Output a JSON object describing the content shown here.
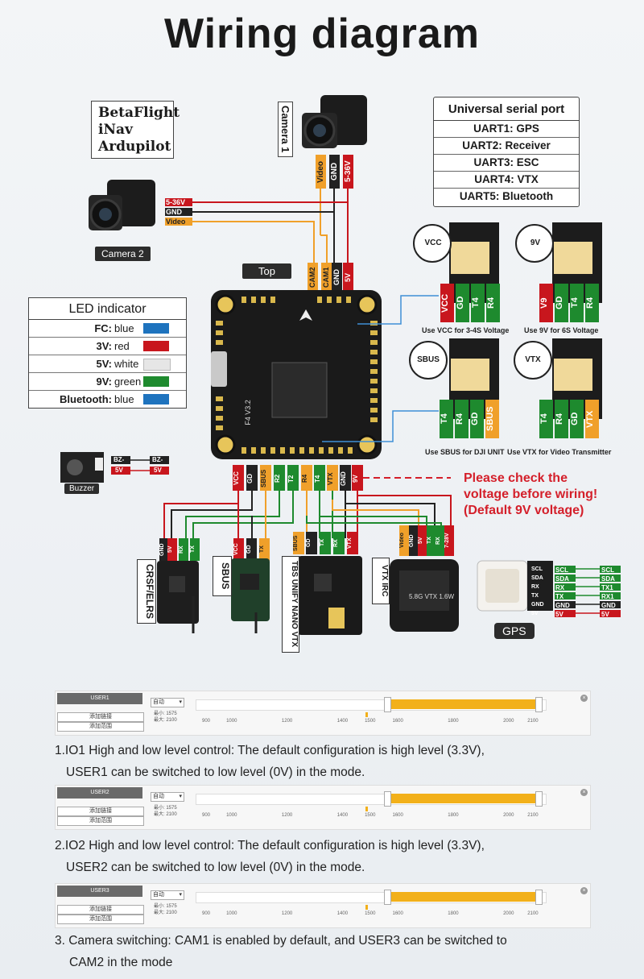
{
  "title": "Wiring diagram",
  "firmware": [
    "BetaFlight",
    "iNav",
    "Ardupilot"
  ],
  "cameras": {
    "camera1": "Camera 1",
    "camera2": "Camera 2",
    "cam1_wires": [
      "Video",
      "GND",
      "5-36V"
    ],
    "cam2_wires": [
      "5-36V",
      "GND",
      "Video"
    ]
  },
  "fc": {
    "top_label": "Top",
    "pads_top": [
      "CAM2",
      "CAM1",
      "GND",
      "5V"
    ],
    "model_text": "F4 V3.2"
  },
  "uart": {
    "header": "Universal serial port",
    "rows": [
      "UART1: GPS",
      "UART2: Receiver",
      "UART3: ESC",
      "UART4: VTX",
      "UART5: Bluetooth"
    ]
  },
  "led": {
    "header": "LED indicator",
    "rows": [
      {
        "label": "FC:",
        "value": "blue",
        "color": "#1e73be"
      },
      {
        "label": "3V:",
        "value": "red",
        "color": "#c8161d"
      },
      {
        "label": "5V:",
        "value": "white",
        "color": "#e6e6e6"
      },
      {
        "label": "9V:",
        "value": "green",
        "color": "#1e8a2e"
      },
      {
        "label": "Bluetooth:",
        "value": "blue",
        "color": "#1e73be"
      }
    ]
  },
  "jumpers": [
    {
      "tag": "VCC",
      "pins": [
        "VCC",
        "GD",
        "T4",
        "R4"
      ],
      "caption": "Use VCC for 3-4S Voltage"
    },
    {
      "tag": "9V",
      "pins": [
        "V9",
        "GD",
        "T4",
        "R4"
      ],
      "caption": "Use 9V for 6S Voltage"
    },
    {
      "tag": "SBUS",
      "pins": [
        "T4",
        "R4",
        "GD",
        "SBUS"
      ],
      "caption": "Use SBUS for DJI UNIT"
    },
    {
      "tag": "VTX",
      "pins": [
        "T4",
        "R4",
        "GD",
        "VTX"
      ],
      "caption": "Use VTX for Video Transmitter"
    }
  ],
  "buzzer": {
    "label": "Buzzer",
    "pins": [
      "BZ-",
      "5V"
    ]
  },
  "fc_bottom_pins": [
    "VCC",
    "GD",
    "SBUS",
    "R2",
    "T2",
    "R4",
    "T4",
    "VTX",
    "GND",
    "9V"
  ],
  "warning": [
    "Please check the",
    "voltage before wiring!",
    "(Default 9V voltage)"
  ],
  "peripherals": {
    "crsf": {
      "label": "CRSF/ELRS",
      "pins": [
        "GND",
        "5V",
        "RX",
        "TX"
      ]
    },
    "sbus": {
      "label": "SBUS",
      "pins": [
        "VCC",
        "GD",
        "TX"
      ]
    },
    "tbs": {
      "label": "TBS UNIFY NANO VTX",
      "pins": [
        "SBUS",
        "GD",
        "TX",
        "RX",
        "VTX"
      ]
    },
    "vtx": {
      "label": "VTX IRC",
      "pins": [
        "Video",
        "GND",
        "5V",
        "TX",
        "RX",
        "7-28V"
      ],
      "text": "5.8G VTX 1.6W"
    },
    "gps": {
      "label": "GPS",
      "pins": [
        "SCL",
        "SDA",
        "RX",
        "TX",
        "GND",
        "5V"
      ],
      "wires": [
        "SCL",
        "SDA",
        "TX1",
        "RX1",
        "GND",
        "5V"
      ]
    }
  },
  "config_panels": [
    {
      "name": "USER1",
      "btn1": "添加链接",
      "btn2": "添加范围",
      "mode": "自动",
      "min": "最小: 1575",
      "max": "最大: 2100",
      "ticks": [
        "900",
        "1000",
        "1200",
        "1400",
        "1500",
        "1600",
        "1800",
        "2000",
        "2100"
      ]
    },
    {
      "name": "USER2",
      "btn1": "添加链接",
      "btn2": "添加范围",
      "mode": "自动",
      "min": "最小: 1575",
      "max": "最大: 2100",
      "ticks": [
        "900",
        "1000",
        "1200",
        "1400",
        "1500",
        "1600",
        "1800",
        "2000",
        "2100"
      ]
    },
    {
      "name": "USER3",
      "btn1": "添加链接",
      "btn2": "添加范围",
      "mode": "自动",
      "min": "最小: 1575",
      "max": "最大: 2100",
      "ticks": [
        "900",
        "1000",
        "1200",
        "1400",
        "1500",
        "1600",
        "1800",
        "2000",
        "2100"
      ]
    }
  ],
  "notes": [
    [
      "1.IO1 High and low level control: The default configuration is high level (3.3V),",
      "USER1 can be switched to low level (0V) in the mode."
    ],
    [
      "2.IO2 High and low level control: The default configuration is high level (3.3V),",
      "USER2 can be switched to low level (0V) in the mode."
    ],
    [
      "3. Camera switching: CAM1 is enabled by default, and USER3 can be switched to",
      "CAM2 in the mode"
    ]
  ]
}
